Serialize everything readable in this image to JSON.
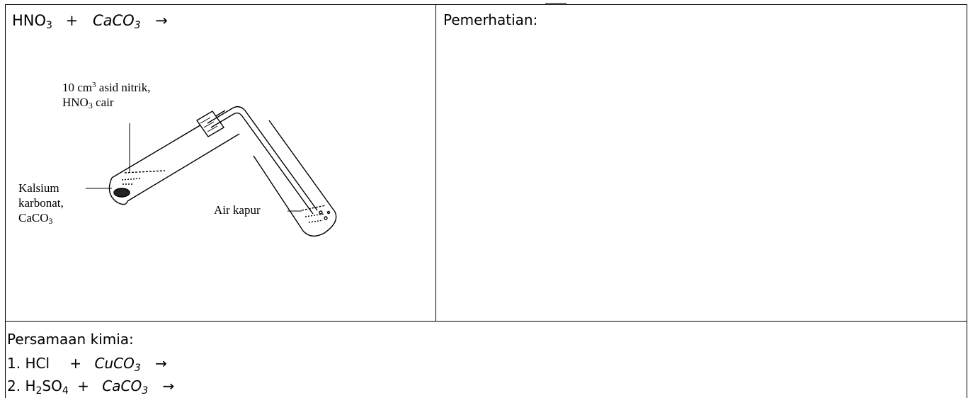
{
  "cell_top_left": {
    "equation": {
      "reactant1": "HNO",
      "sub1": "3",
      "plus": "+",
      "reactant2": "CaCO",
      "sub2": "3",
      "arrow": "→"
    },
    "diagram": {
      "label_acid_line1_a": "10 cm",
      "label_acid_line1_sup": "3",
      "label_acid_line1_b": " asid nitrik,",
      "label_acid_line2_a": "HNO",
      "label_acid_line2_sub": "3",
      "label_acid_line2_b": " cair",
      "label_solid_line1": "Kalsium",
      "label_solid_line2": "karbonat,",
      "label_solid_line3_a": "CaCO",
      "label_solid_line3_sub": "3",
      "label_limewater": "Air kapur"
    }
  },
  "cell_top_right": {
    "label": "Pemerhatian:"
  },
  "cell_bottom": {
    "label": "Persamaan kimia:",
    "eq1": {
      "num": "1.",
      "r1": "HCl",
      "plus": "+",
      "r2": "CuCO",
      "r2_sub": "3",
      "arrow": "→"
    },
    "eq2": {
      "num": "2.",
      "r1a": "H",
      "r1_sub1": "2",
      "r1b": "SO",
      "r1_sub2": "4",
      "plus": "+",
      "r2": "CaCO",
      "r2_sub": "3",
      "arrow": "→"
    }
  }
}
